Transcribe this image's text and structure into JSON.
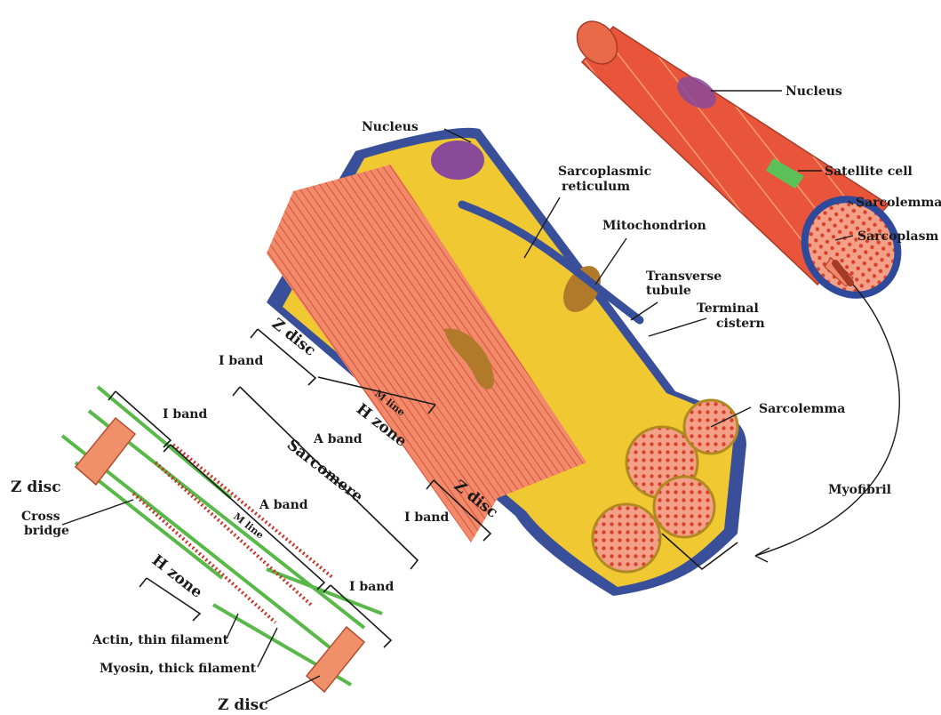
{
  "labels": {
    "nucleus_top": "Nucleus",
    "satellite_cell": "Satellite cell",
    "sarcolemma_top": "Sarcolemma",
    "sarcoplasm": "Sarcoplasm",
    "nucleus_mid": "Nucleus",
    "sarcoplasmic_1": "Sarcoplasmic",
    "sarcoplasmic_2": "reticulum",
    "mitochondrion": "Mitochondrion",
    "transverse_1": "Transverse",
    "transverse_2": "tubule",
    "terminal_1": "Terminal",
    "terminal_2": "cistern",
    "sarcolemma_mid": "Sarcolemma",
    "myofibril": "Myofibril",
    "z_disc_mid_top": "Z disc",
    "i_band_mid_top": "I band",
    "m_line_mid": "M line",
    "h_zone_mid": "H zone",
    "a_band_mid": "A band",
    "sarcomere": "Sarcomere",
    "z_disc_mid_bottom": "Z disc",
    "i_band_mid_bottom": "I band",
    "i_band_low_right": "I band",
    "i_band_left_top": "I band",
    "z_disc_left": "Z disc",
    "cross_1": "Cross",
    "cross_2": "bridge",
    "a_band_left": "A band",
    "m_line_left": "M line",
    "h_zone_left": "H zone",
    "actin": "Actin, thin filament",
    "myosin": "Myosin, thick filament",
    "z_disc_bottom": "Z disc"
  },
  "colors": {
    "muscle": "#e8553a",
    "muscle_light": "#f08a6a",
    "sarcoplasm": "#f0c832",
    "membrane": "#3a4f9a",
    "membrane_light": "#c9cdeb",
    "nucleus": "#8a4a9a",
    "actin": "#58b848",
    "myosin": "#c8342a",
    "zdisc": "#f0906a",
    "mito": "#b07a2a"
  }
}
